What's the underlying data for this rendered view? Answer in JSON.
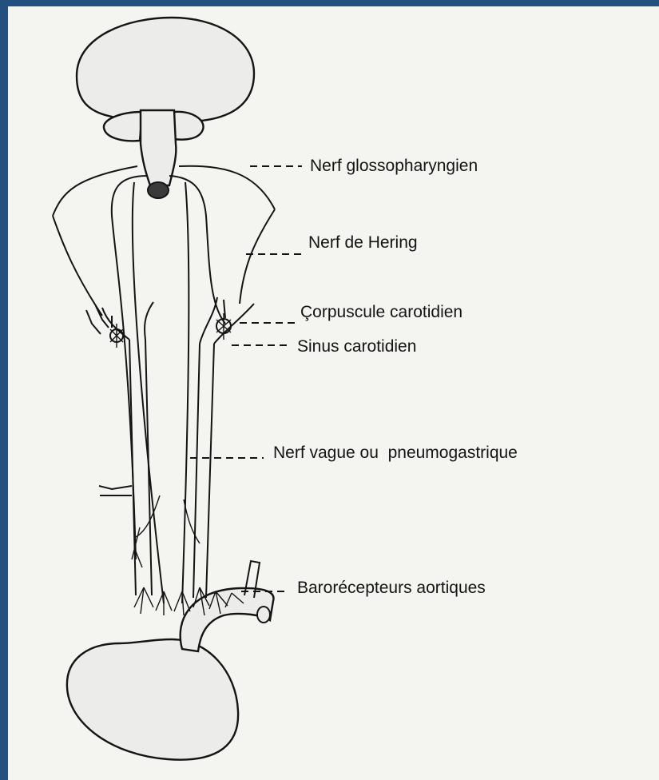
{
  "colors": {
    "border": "#24507f",
    "paper": "#f4f4f1",
    "ink": "#141414",
    "organ_fill": "#ececea"
  },
  "labels": {
    "glossopharyngien": "Nerf glossopharyngien",
    "hering": "Nerf de Hering",
    "corpuscule": "Çorpuscule carotidien",
    "sinus": "Sinus carotidien",
    "vague": "Nerf vague ou  pneumogastrique",
    "baro": "Barorécepteurs aortiques"
  }
}
